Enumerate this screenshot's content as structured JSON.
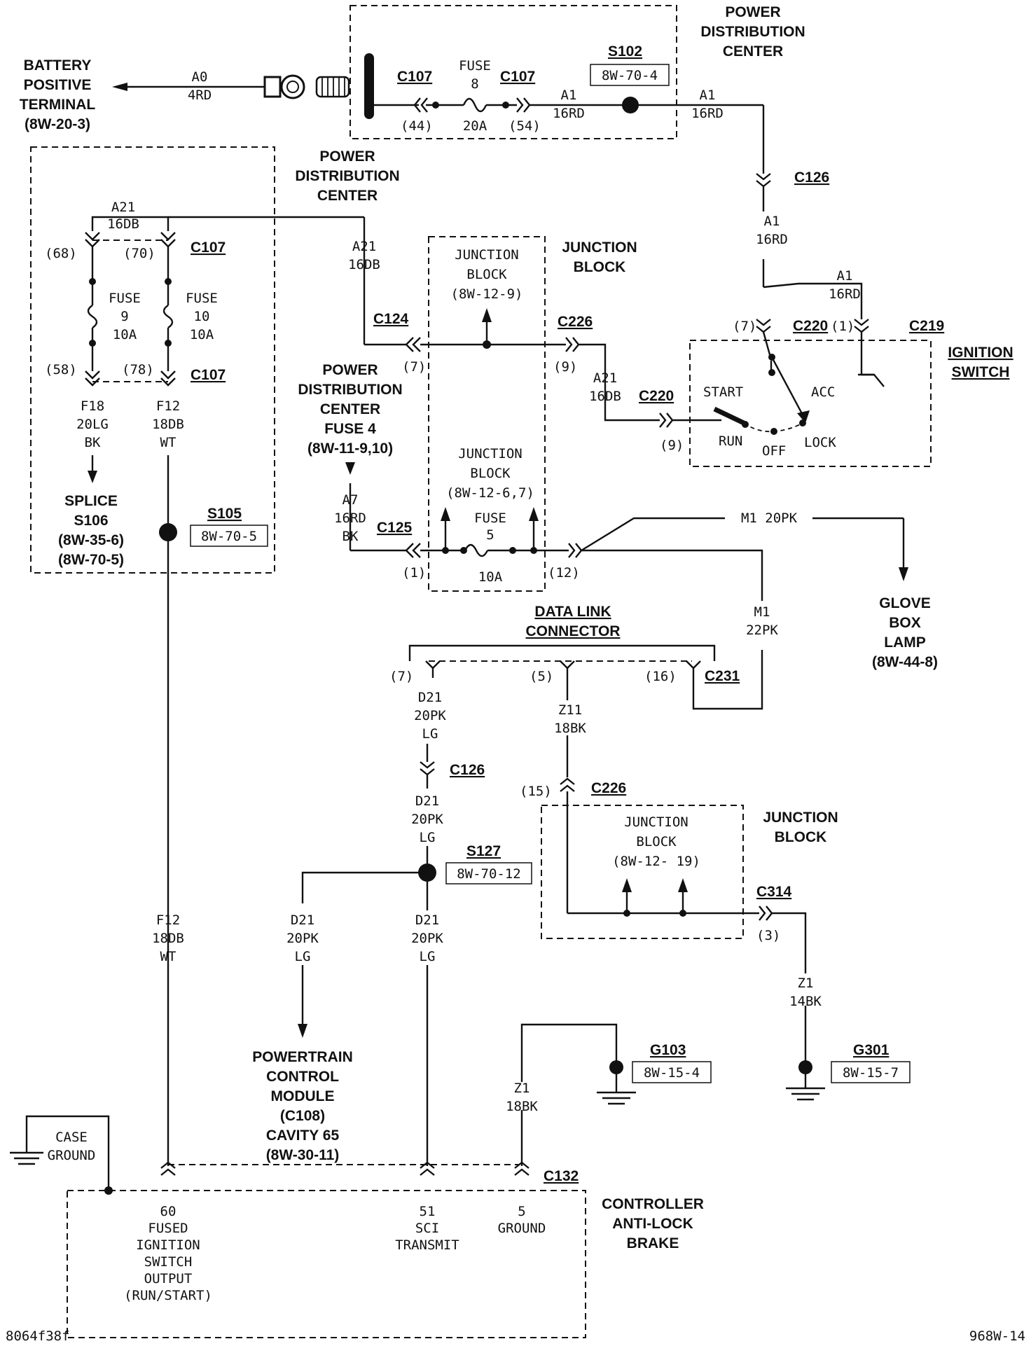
{
  "titles": {
    "pdc_top": [
      "POWER",
      "DISTRIBUTION",
      "CENTER"
    ],
    "pdc_left": [
      "POWER",
      "DISTRIBUTION",
      "CENTER"
    ],
    "battery": [
      "BATTERY",
      "POSITIVE",
      "TERMINAL",
      "(8W-20-3)"
    ],
    "junction_block_top": [
      "JUNCTION",
      "BLOCK"
    ],
    "ignition_switch": [
      "IGNITION",
      "SWITCH"
    ],
    "pdc_fuse4": [
      "POWER",
      "DISTRIBUTION",
      "CENTER",
      "FUSE 4",
      "(8W-11-9,10)"
    ],
    "splice": [
      "SPLICE",
      "S106",
      "(8W-35-6)",
      "(8W-70-5)"
    ],
    "data_link": [
      "DATA LINK",
      "CONNECTOR"
    ],
    "glove_box": [
      "GLOVE",
      "BOX",
      "LAMP",
      "(8W-44-8)"
    ],
    "junction_block_bottom": [
      "JUNCTION",
      "BLOCK"
    ],
    "pcm": [
      "POWERTRAIN",
      "CONTROL",
      "MODULE",
      "(C108)",
      "CAVITY 65",
      "(8W-30-11)"
    ],
    "controller": [
      "CONTROLLER",
      "ANTI-LOCK",
      "BRAKE"
    ]
  },
  "connectors": {
    "c107_a": "C107",
    "c107_b": "C107",
    "c107_c": "C107",
    "c107_d": "C107",
    "s102": "S102",
    "c126_top": "C126",
    "c124": "C124",
    "c226_top": "C226",
    "c220_top": "C220",
    "c219": "C219",
    "c220_mid": "C220",
    "c125": "C125",
    "s105": "S105",
    "c231": "C231",
    "c126_mid": "C126",
    "c226_mid": "C226",
    "s127": "S127",
    "c314": "C314",
    "g103": "G103",
    "g301": "G301",
    "c132": "C132"
  },
  "refs": {
    "s102": "8W-70-4",
    "s105": "8W-70-5",
    "s127": "8W-70-12",
    "g103": "8W-15-4",
    "g301": "8W-15-7"
  },
  "wires": {
    "a0": [
      "A0",
      "4RD"
    ],
    "a1_pdc": [
      "A1",
      "16RD"
    ],
    "a1_pdc_out": [
      "A1",
      "16RD"
    ],
    "a1_c126": [
      "A1",
      "16RD"
    ],
    "a1_sw": [
      "A1",
      "16RD"
    ],
    "a21_top": [
      "A21",
      "16DB"
    ],
    "a21_mid": [
      "A21",
      "16DB"
    ],
    "a21_sw": [
      "A21",
      "16DB"
    ],
    "f18": [
      "F18",
      "20LG",
      "BK"
    ],
    "f12_top": [
      "F12",
      "18DB",
      "WT"
    ],
    "f12_bot": [
      "F12",
      "18DB",
      "WT"
    ],
    "a7": [
      "A7",
      "16RD",
      "BK"
    ],
    "m1_top": "M1 20PK",
    "m1_right": [
      "M1",
      "22PK"
    ],
    "d21_a": [
      "D21",
      "20PK",
      "LG"
    ],
    "d21_b": [
      "D21",
      "20PK",
      "LG"
    ],
    "d21_pcm": [
      "D21",
      "20PK",
      "LG"
    ],
    "d21_abs": [
      "D21",
      "20PK",
      "LG"
    ],
    "z11": [
      "Z11",
      "18BK"
    ],
    "z1_g301": [
      "Z1",
      "14BK"
    ],
    "z1_g103": [
      "Z1",
      "18BK"
    ]
  },
  "fuses": {
    "fuse8": [
      "FUSE",
      "8",
      "20A"
    ],
    "fuse9": [
      "FUSE",
      "9",
      "10A"
    ],
    "fuse10": [
      "FUSE",
      "10",
      "10A"
    ],
    "fuse5": [
      "FUSE",
      "5",
      "10A"
    ]
  },
  "pins": {
    "p44": "(44)",
    "p54": "(54)",
    "p68": "(68)",
    "p70": "(70)",
    "p58": "(58)",
    "p78": "(78)",
    "p7a": "(7)",
    "p9a": "(9)",
    "p7b": "(7)",
    "p1a": "(1)",
    "p9b": "(9)",
    "p1b": "(1)",
    "p12": "(12)",
    "p7c": "(7)",
    "p5": "(5)",
    "p16": "(16)",
    "p15": "(15)",
    "p3": "(3)"
  },
  "blocks": {
    "jb_1": [
      "JUNCTION",
      "BLOCK",
      "(8W-12-9)"
    ],
    "jb_2": [
      "JUNCTION",
      "BLOCK",
      "(8W-12-6,7)"
    ],
    "jb_3": [
      "JUNCTION",
      "BLOCK",
      "(8W-12- 19)"
    ]
  },
  "switch_positions": {
    "start": "START",
    "acc": "ACC",
    "run": "RUN",
    "off": "OFF",
    "lock": "LOCK"
  },
  "case_ground": [
    "CASE",
    "GROUND"
  ],
  "abs_pins": {
    "p60": [
      "60",
      "FUSED",
      "IGNITION",
      "SWITCH",
      "OUTPUT",
      "(RUN/START)"
    ],
    "p51": [
      "51",
      "SCI",
      "TRANSMIT"
    ],
    "p5": [
      "5",
      "GROUND"
    ]
  },
  "footer": {
    "left": "8064f38f",
    "right": "968W-14"
  }
}
